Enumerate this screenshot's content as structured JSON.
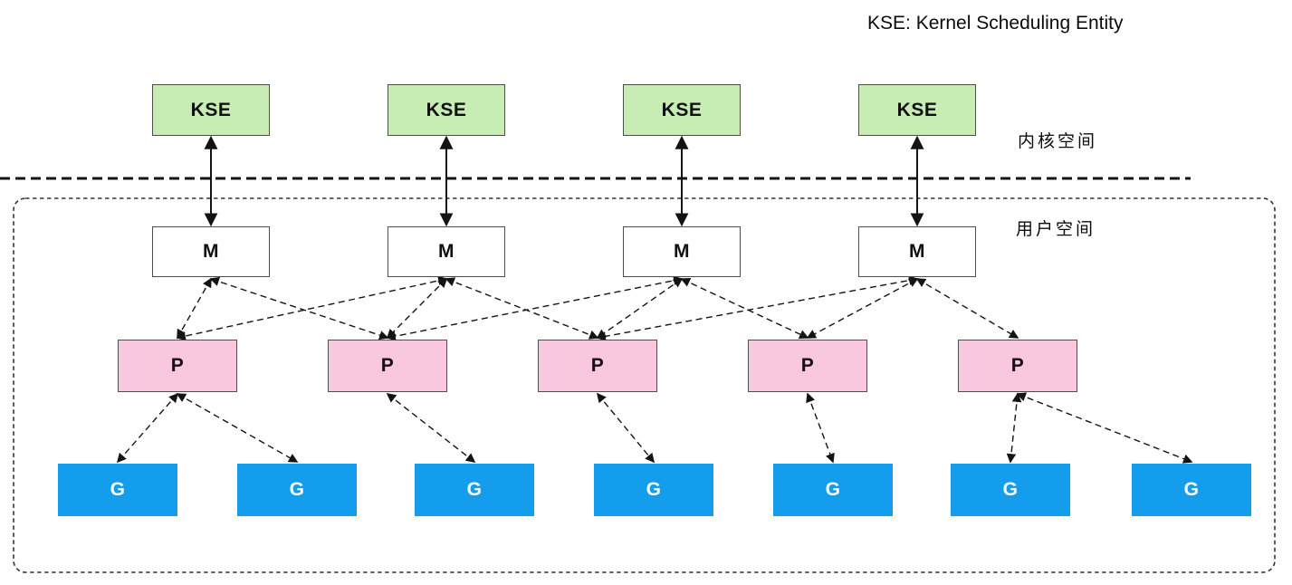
{
  "title": "KSE: Kernel Scheduling Entity",
  "legend": {
    "kernel_space": "内核空间",
    "user_space": "用户空间"
  },
  "nodes": {
    "kse": {
      "label": "KSE",
      "count": 4
    },
    "m": {
      "label": "M",
      "count": 4
    },
    "p": {
      "label": "P",
      "count": 5
    },
    "g": {
      "label": "G",
      "count": 7
    }
  },
  "edges": {
    "kse_m": [
      [
        0,
        0
      ],
      [
        1,
        1
      ],
      [
        2,
        2
      ],
      [
        3,
        3
      ]
    ],
    "m_p": [
      [
        0,
        0
      ],
      [
        0,
        1
      ],
      [
        1,
        0
      ],
      [
        1,
        1
      ],
      [
        1,
        2
      ],
      [
        2,
        1
      ],
      [
        2,
        2
      ],
      [
        2,
        3
      ],
      [
        3,
        2
      ],
      [
        3,
        3
      ],
      [
        3,
        4
      ]
    ],
    "p_g": [
      [
        0,
        0
      ],
      [
        0,
        1
      ],
      [
        1,
        2
      ],
      [
        2,
        3
      ],
      [
        3,
        4
      ],
      [
        4,
        5
      ],
      [
        4,
        6
      ]
    ]
  },
  "colors": {
    "kse_fill": "#c7edb5",
    "m_fill": "#ffffff",
    "p_fill": "#f9c7de",
    "g_fill": "#149ded",
    "line": "#141414",
    "border": "#4d4d4d"
  }
}
